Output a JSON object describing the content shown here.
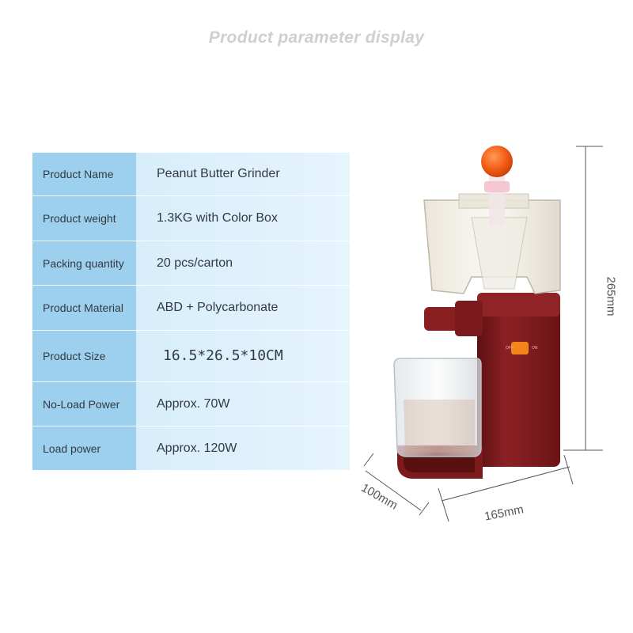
{
  "page": {
    "title": "Product parameter display"
  },
  "specs": [
    {
      "label": "Product Name",
      "value": "Peanut Butter Grinder"
    },
    {
      "label": "Product weight",
      "value": "1.3KG with Color Box"
    },
    {
      "label": "Packing quantity",
      "value": "20 pcs/carton"
    },
    {
      "label": "Product Material",
      "value": "ABD + Polycarbonate"
    },
    {
      "label": "Product Size",
      "value": "16.5*26.5*10CM"
    },
    {
      "label": "No-Load Power",
      "value": "Approx. 70W"
    },
    {
      "label": "Load power",
      "value": "Approx. 120W"
    }
  ],
  "product_image": {
    "switch_off_label": "OFF",
    "switch_on_label": "ON",
    "dimensions": {
      "height": "265mm",
      "width": "165mm",
      "depth": "100mm"
    }
  },
  "colors": {
    "label_column": "#9dd0ef",
    "value_column": "#d7edfb",
    "body_red": "#7d1a1c",
    "knob_orange": "#f25a14"
  }
}
